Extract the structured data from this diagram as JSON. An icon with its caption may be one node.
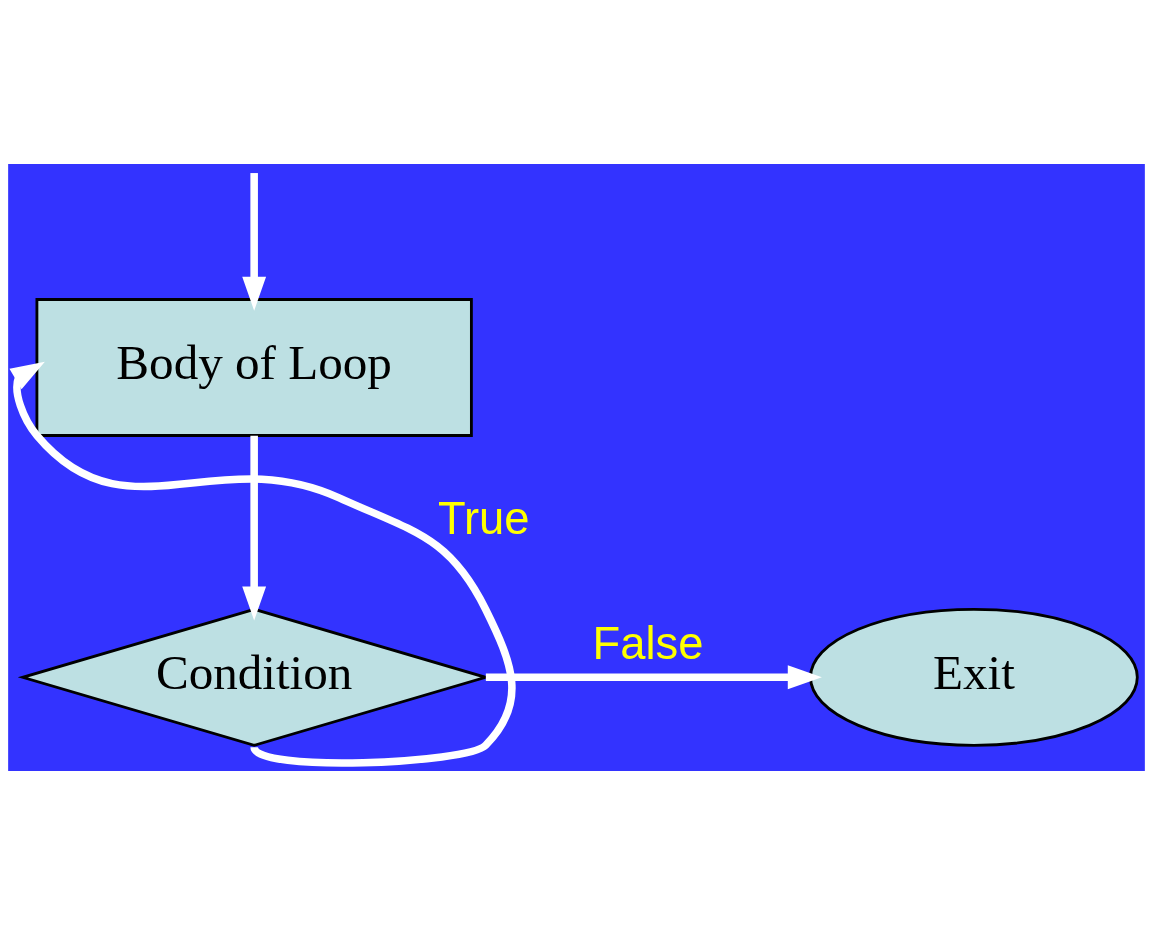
{
  "diagram": {
    "nodes": [
      {
        "text": [
          "Body of Loop"
        ]
      },
      {
        "text": [
          "Condition"
        ]
      },
      {
        "text": [
          "Exit"
        ]
      }
    ],
    "edges": [
      {
        "from": null,
        "to": 0,
        "arrow": "to"
      },
      {
        "from": 0,
        "to": 1,
        "arrow": "to"
      },
      {
        "from": 1,
        "to": 2,
        "label": "False",
        "arrow": "to"
      },
      {
        "from": 1,
        "to": 0,
        "label": "True",
        "arrow": "to"
      }
    ]
  }
}
